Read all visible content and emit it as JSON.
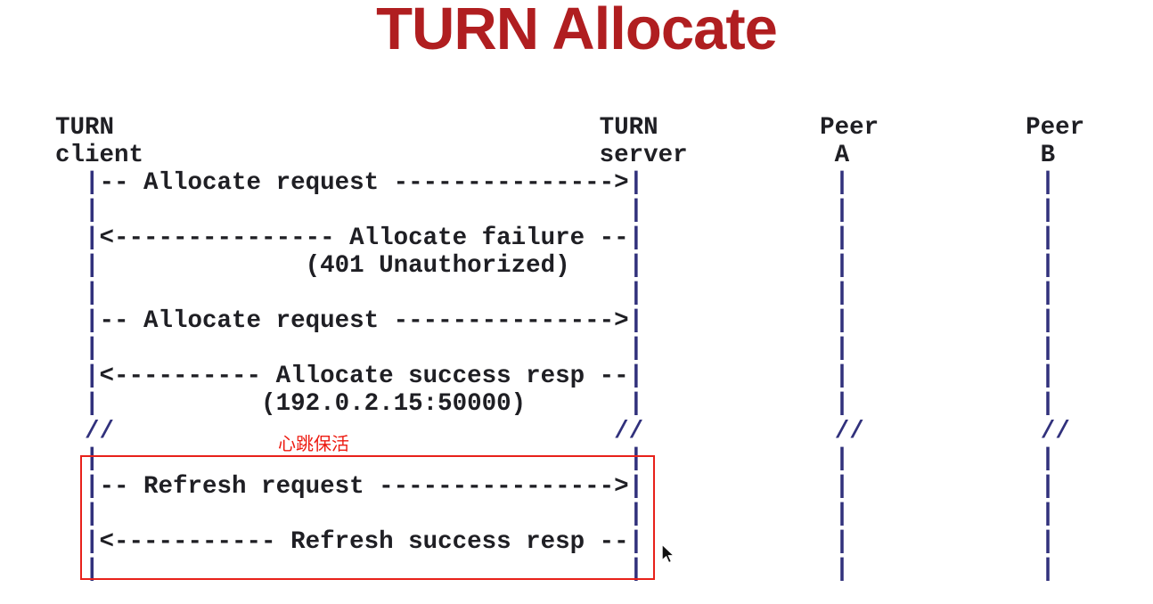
{
  "title": "TURN Allocate",
  "annotation": {
    "label": "心跳保活"
  },
  "diagram": {
    "participants": [
      {
        "name": "TURN client"
      },
      {
        "name": "TURN server"
      },
      {
        "name": "Peer A"
      },
      {
        "name": "Peer B"
      }
    ],
    "messages": [
      {
        "from": "TURN client",
        "to": "TURN server",
        "label": "Allocate request"
      },
      {
        "from": "TURN server",
        "to": "TURN client",
        "label": "Allocate failure",
        "detail": "(401 Unauthorized)"
      },
      {
        "from": "TURN client",
        "to": "TURN server",
        "label": "Allocate request"
      },
      {
        "from": "TURN server",
        "to": "TURN client",
        "label": "Allocate success resp",
        "detail": "(192.0.2.15:50000)"
      },
      {
        "from": "TURN client",
        "to": "TURN server",
        "label": "Refresh request"
      },
      {
        "from": "TURN server",
        "to": "TURN client",
        "label": "Refresh success resp"
      }
    ],
    "lines": [
      "TURN                                 TURN           Peer          Peer",
      "client                               server          A             B",
      "  |-- Allocate request --------------->|             |             |",
      "  |                                    |             |             |",
      "  |<--------------- Allocate failure --|             |             |",
      "  |              (401 Unauthorized)    |             |             |",
      "  |                                    |             |             |",
      "  |-- Allocate request --------------->|             |             |",
      "  |                                    |             |             |",
      "  |<---------- Allocate success resp --|             |             |",
      "  |           (192.0.2.15:50000)       |             |             |",
      "  //                                  //             //            //",
      "  |                                    |             |             |",
      "  |-- Refresh request ---------------->|             |             |",
      "  |                                    |             |             |",
      "  |<----------- Refresh success resp --|             |             |",
      "  |                                    |             |             |"
    ]
  },
  "icons": {
    "cursor": "arrow-pointer-icon"
  },
  "colors": {
    "title": "#B01E20",
    "diagram_text": "#1F1F24",
    "lifeline": "#31317C",
    "highlight": "#E8211A",
    "annotation": "#ED1A10",
    "background": "#FFFFFF"
  }
}
